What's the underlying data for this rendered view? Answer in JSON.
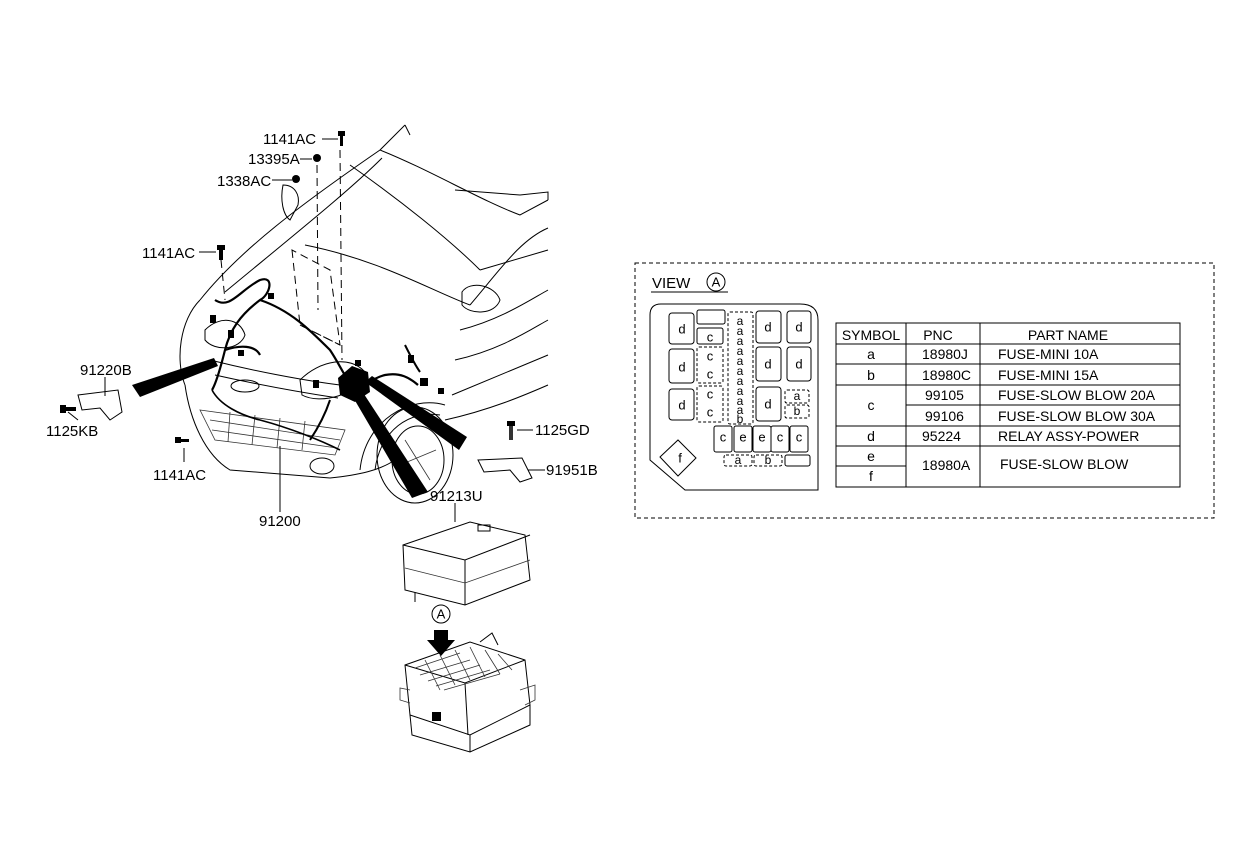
{
  "labels": {
    "l_1141ac_top": "1141AC",
    "l_13395a": "13395A",
    "l_1338ac": "1338AC",
    "l_1141ac_left": "1141AC",
    "l_91220b": "91220B",
    "l_1125kb": "1125KB",
    "l_1141ac_bottom": "1141AC",
    "l_91200": "91200",
    "l_1125gd": "1125GD",
    "l_91951b": "91951B",
    "l_91213u": "91213U",
    "callout_a": "A"
  },
  "view": {
    "title": "VIEW",
    "circle": "A"
  },
  "fuse_letters": {
    "a": "a",
    "b": "b",
    "c": "c",
    "d": "d",
    "e": "e",
    "f": "f"
  },
  "table": {
    "headers": [
      "SYMBOL",
      "PNC",
      "PART NAME"
    ],
    "rows": {
      "r1": {
        "symbol": "a",
        "pnc": "18980J",
        "name": "FUSE-MINI 10A"
      },
      "r2": {
        "symbol": "b",
        "pnc": "18980C",
        "name": "FUSE-MINI 15A"
      },
      "r3": {
        "symbol": "c",
        "pnc1": "99105",
        "name1": "FUSE-SLOW BLOW 20A",
        "pnc2": "99106",
        "name2": "FUSE-SLOW BLOW 30A"
      },
      "r4": {
        "symbol": "d",
        "pnc": "95224",
        "name": "RELAY ASSY-POWER"
      },
      "r5": {
        "symbol1": "e",
        "symbol2": "f",
        "pnc": "18980A",
        "name": "FUSE-SLOW BLOW"
      }
    }
  }
}
